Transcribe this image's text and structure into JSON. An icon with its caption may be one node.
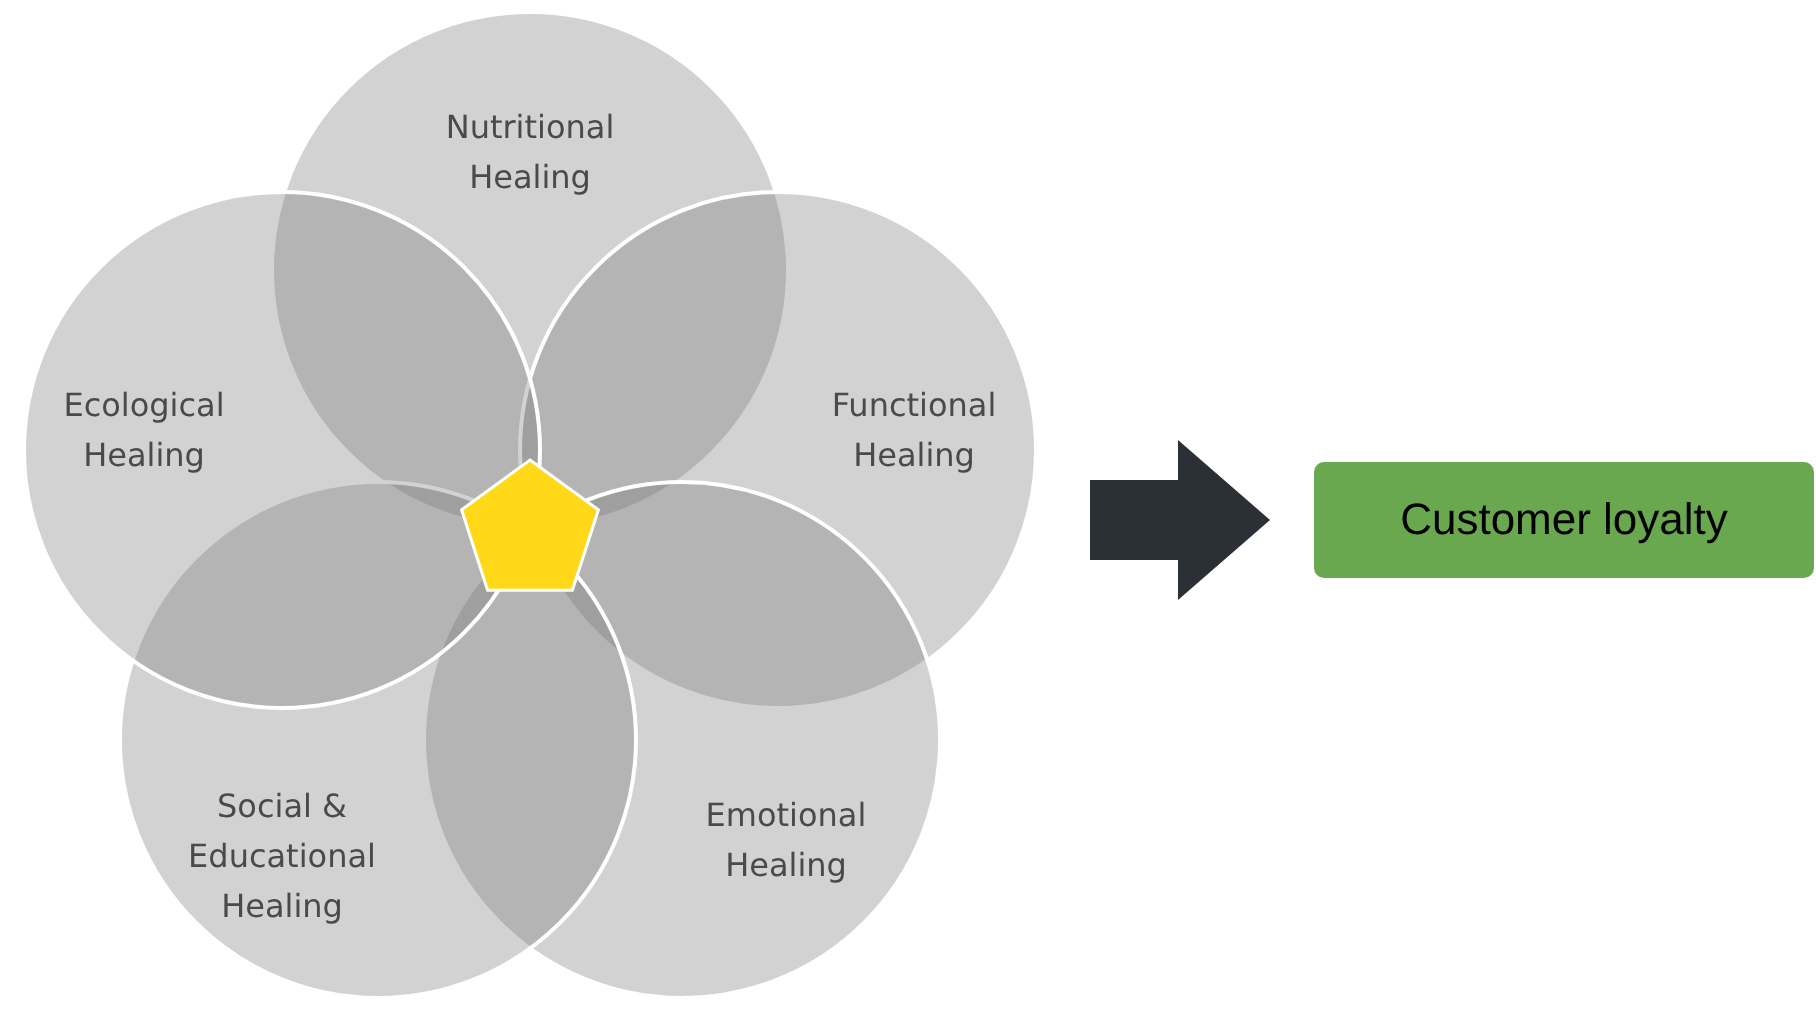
{
  "diagram": {
    "nodes": [
      {
        "text": [
          "Nutritional Healing"
        ]
      },
      {
        "text": [
          "Functional Healing"
        ]
      },
      {
        "text": [
          "Emotional Healing"
        ]
      },
      {
        "text": [
          "Social & Educational Healing"
        ]
      },
      {
        "text": [
          "Ecological Healing"
        ]
      },
      {
        "text": [
          "Customer loyalty"
        ]
      }
    ],
    "edges": [
      {
        "from": null,
        "to": 5,
        "arrow": "to"
      }
    ]
  }
}
